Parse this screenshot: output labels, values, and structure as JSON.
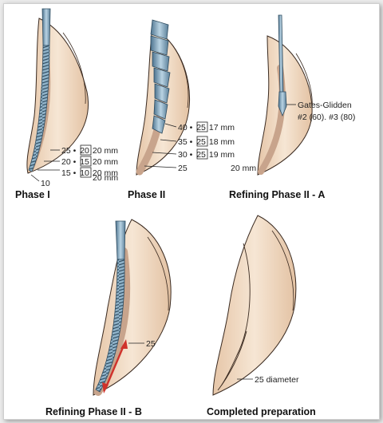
{
  "panels": [
    {
      "caption": "Phase I",
      "labels": [
        {
          "prefix": "25",
          "boxed": "20",
          "suffix": "20 mm"
        },
        {
          "prefix": "20",
          "boxed": "15",
          "suffix": "20 mm"
        },
        {
          "prefix": "15",
          "boxed": "10",
          "suffix": "20 mm"
        },
        {
          "prefix": "10",
          "boxed": "",
          "suffix": "20 mm"
        }
      ]
    },
    {
      "caption": "Phase II",
      "labels": [
        {
          "prefix": "40",
          "boxed": "25",
          "suffix": "17 mm"
        },
        {
          "prefix": "35",
          "boxed": "25",
          "suffix": "18 mm"
        },
        {
          "prefix": "30",
          "boxed": "25",
          "suffix": "19 mm"
        },
        {
          "prefix": "25",
          "boxed": "",
          "suffix": "20 mm"
        }
      ]
    },
    {
      "caption": "Refining Phase II - A",
      "labels": [
        {
          "line1": "Gates-Glidden",
          "line2": "#2 (60). #3 (80)"
        }
      ]
    },
    {
      "caption": "Refining Phase II - B",
      "labels": [
        {
          "text": "25"
        }
      ]
    },
    {
      "caption": "Completed preparation",
      "labels": [
        {
          "text": "25 diameter"
        }
      ]
    }
  ],
  "colors": {
    "root_fill": "#f1dcc6",
    "root_stroke": "#3a2a20",
    "canal": "#c8a48c",
    "file_blue": "#7fa6bf",
    "file_dark": "#3d5d73",
    "arrow": "#d0322b"
  }
}
